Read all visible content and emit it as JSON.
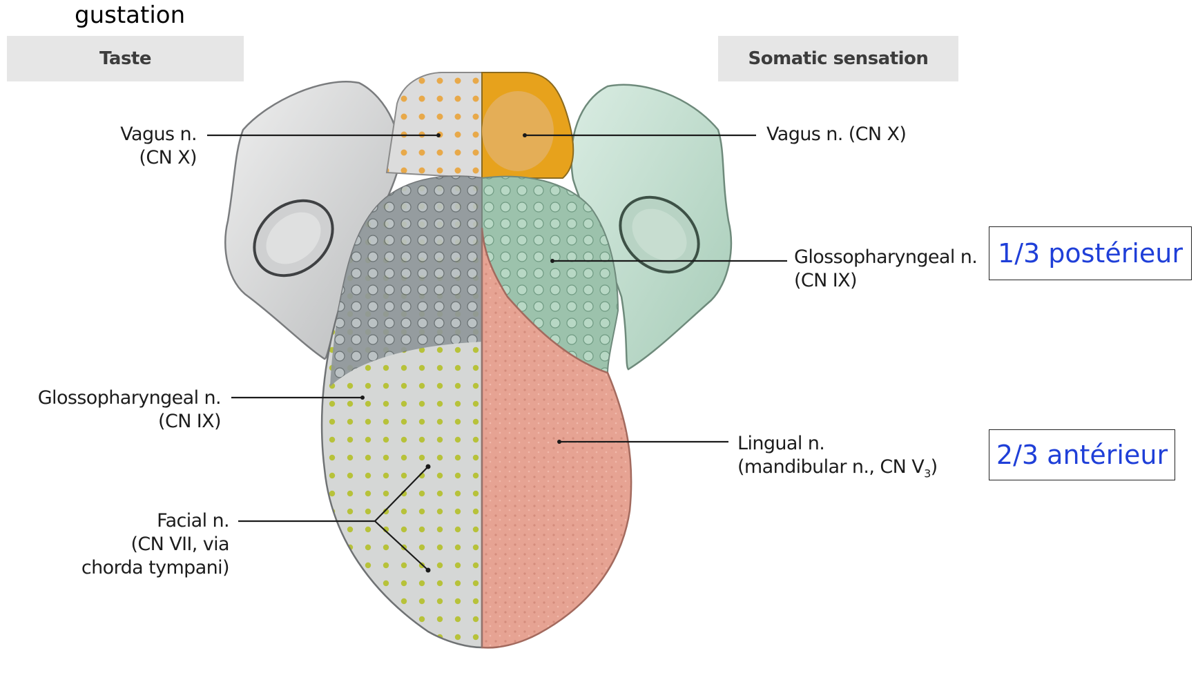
{
  "title": "gustation",
  "headers": {
    "taste": "Taste",
    "somatic": "Somatic sensation"
  },
  "labels": {
    "vagus_left_line1": "Vagus n.",
    "vagus_left_line2": "(CN X)",
    "vagus_right": "Vagus n. (CN X)",
    "glosso_right_line1": "Glossopharyngeal n.",
    "glosso_right_line2": "(CN IX)",
    "glosso_left_line1": "Glossopharyngeal n.",
    "glosso_left_line2": "(CN IX)",
    "lingual_line1": "Lingual n.",
    "lingual_line2": "(mandibular n., CN V",
    "lingual_sub": "3",
    "lingual_close": ")",
    "facial_line1": "Facial n.",
    "facial_line2": "(CN VII, via",
    "facial_line3": "chorda tympani)"
  },
  "annotations": {
    "posterior": "1/3 postérieur",
    "anterior": "2/3 antérieur"
  },
  "colors": {
    "taste_dots_vagus": "#e8a94a",
    "taste_dots_facial": "#b7c23a",
    "somatic_vagus": "#e7a21c",
    "somatic_glosso": "#bcdccb",
    "somatic_lingual": "#e8a395",
    "taste_grey": "#c9cccf",
    "annotation_text": "#1f3fd8"
  }
}
